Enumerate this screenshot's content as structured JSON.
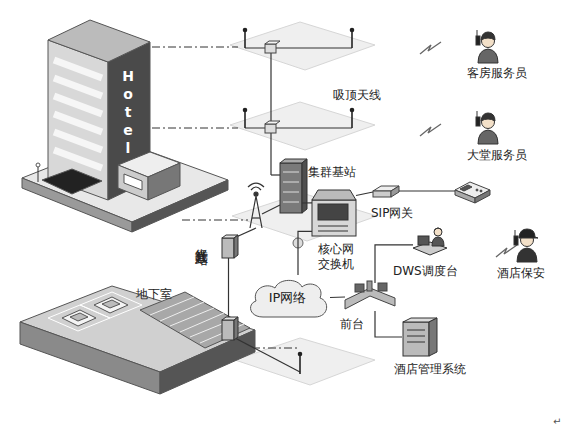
{
  "diagram": {
    "nodes": [
      {
        "text": [
          "集群基站"
        ]
      },
      {
        "text": [
          "SIP网关"
        ]
      },
      {
        "text": [
          "核心网 交换机"
        ]
      },
      {
        "text": [
          "DWS调度台"
        ]
      },
      {
        "text": [
          "IP网络"
        ]
      },
      {
        "text": [
          "前台"
        ]
      },
      {
        "text": [
          "酒店管理系统"
        ]
      }
    ],
    "edges": [
      {
        "from": 0,
        "to": 2,
        "arrow": "none"
      },
      {
        "from": 2,
        "to": 1,
        "arrow": "none"
      },
      {
        "from": 2,
        "to": 4,
        "arrow": "none"
      },
      {
        "from": 4,
        "to": 5,
        "arrow": "none"
      },
      {
        "from": 5,
        "to": 3,
        "arrow": "none"
      },
      {
        "from": 5,
        "to": 6,
        "arrow": "none"
      }
    ],
    "labels": [
      "吸顶天线",
      "客房服务员",
      "大堂服务员",
      "光纤直放站",
      "地下室",
      "酒店保安",
      "Hotel",
      "↵"
    ]
  }
}
